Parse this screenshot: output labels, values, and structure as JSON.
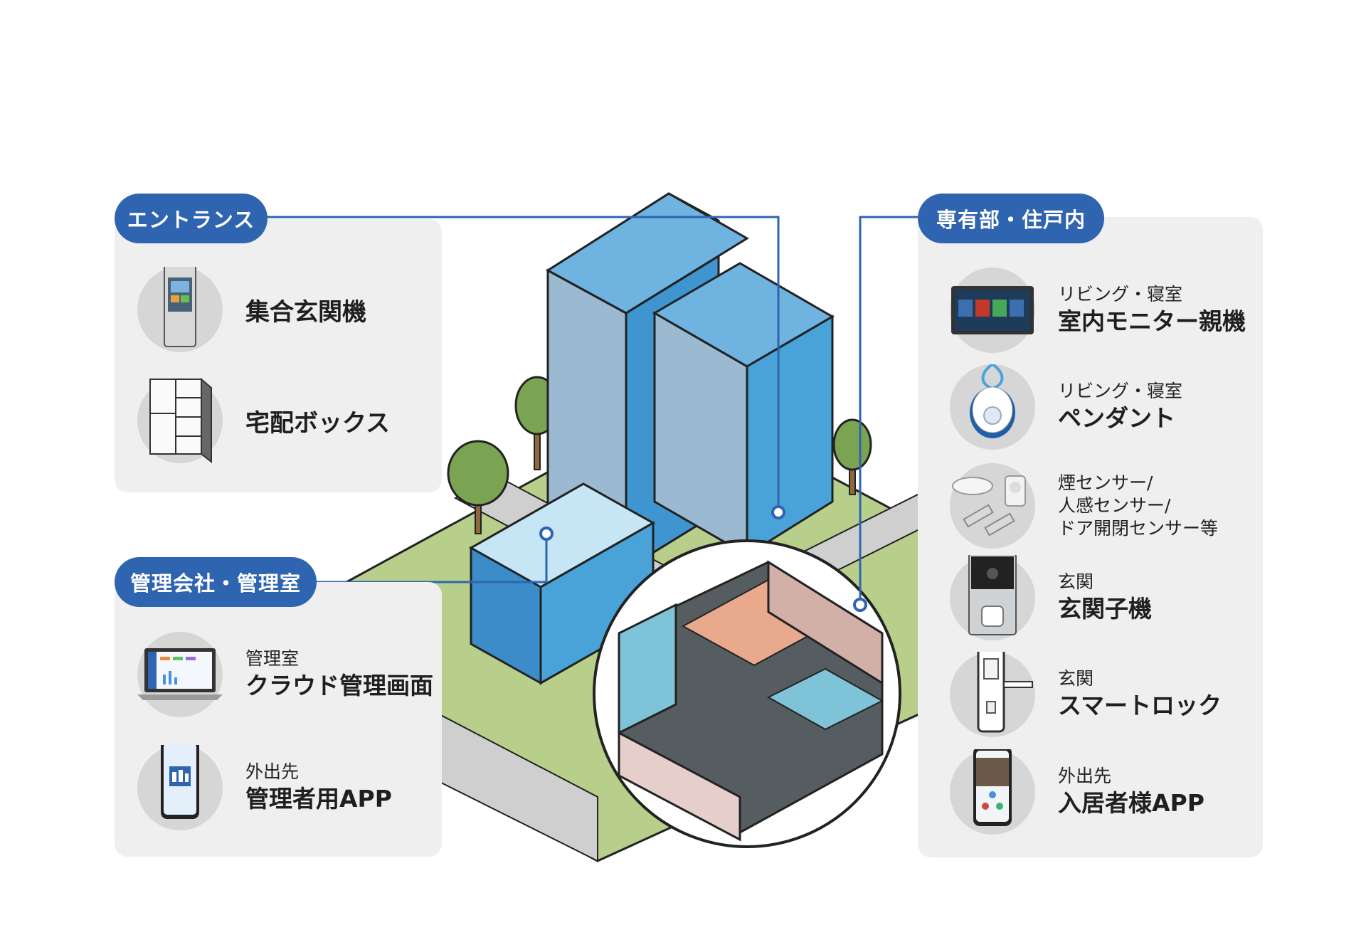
{
  "colors": {
    "accent": "#2f64b0",
    "panel": "#efefef",
    "icon_bg": "#d6d6d6",
    "building": "#5aa6d6",
    "grass": "#b7cf8a",
    "road": "#cfcfcf"
  },
  "sections": {
    "entrance": {
      "title": "エントランス",
      "items": [
        {
          "main": "集合玄関機",
          "icon": "entrance-panel-icon"
        },
        {
          "main": "宅配ボックス",
          "icon": "delivery-box-icon"
        }
      ]
    },
    "management": {
      "title": "管理会社・管理室",
      "items": [
        {
          "sub": "管理室",
          "main": "クラウド管理画面",
          "icon": "laptop-icon"
        },
        {
          "sub": "外出先",
          "main": "管理者用APP",
          "icon": "smartphone-icon"
        }
      ]
    },
    "private": {
      "title": "専有部・住戸内",
      "items": [
        {
          "sub": "リビング・寝室",
          "main": "室内モニター親機",
          "icon": "indoor-monitor-icon"
        },
        {
          "sub": "リビング・寝室",
          "main": "ペンダント",
          "icon": "pendant-icon"
        },
        {
          "sub_lines": [
            "煙センサー/",
            "人感センサー/",
            "ドア開閉センサー等"
          ],
          "icon": "sensors-icon"
        },
        {
          "sub": "玄関",
          "main": "玄関子機",
          "icon": "door-station-icon"
        },
        {
          "sub": "玄関",
          "main": "スマートロック",
          "icon": "smart-lock-icon"
        },
        {
          "sub": "外出先",
          "main": "入居者様APP",
          "icon": "resident-app-icon"
        }
      ]
    }
  }
}
